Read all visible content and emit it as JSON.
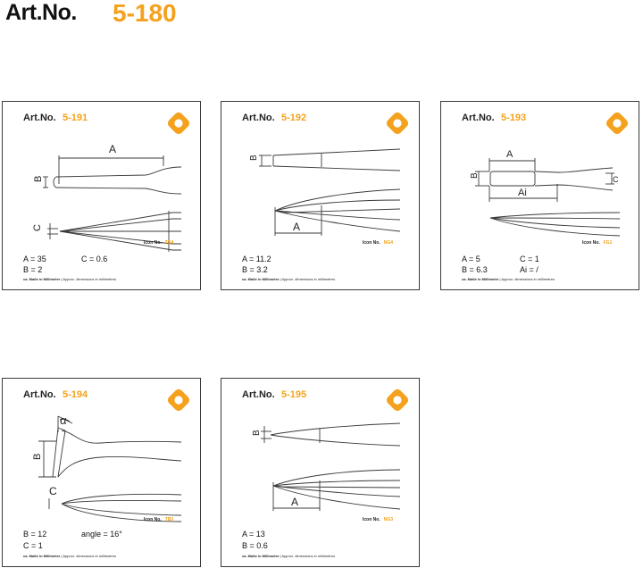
{
  "header": {
    "label": "Art.No.",
    "number": "5-180"
  },
  "colors": {
    "accent": "#f4a21d",
    "line": "#3a3a3a",
    "text": "#1a1a1a"
  },
  "cards": [
    {
      "art_label": "Art.No.",
      "art_number": "5-191",
      "badge_icon": "orange-diamond-icon",
      "icon_label": "Icon No.",
      "icon_code": "TG4",
      "dims": [
        "A = 35",
        "C = 0.6",
        "B = 2"
      ],
      "drawing_labels": [
        "A",
        "B",
        "C"
      ],
      "note_prefix": "ca. Maße in Millimeter",
      "note_suffix": " | Approx. dimensions in millimetres"
    },
    {
      "art_label": "Art.No.",
      "art_number": "5-192",
      "badge_icon": "orange-diamond-icon",
      "icon_label": "Icon No.",
      "icon_code": "NG4",
      "dims": [
        "A = 11.2",
        "B = 3.2"
      ],
      "drawing_labels": [
        "A",
        "B"
      ],
      "note_prefix": "ca. Maße in Millimeter",
      "note_suffix": " | Approx. dimensions in millimetres"
    },
    {
      "art_label": "Art.No.",
      "art_number": "5-193",
      "badge_icon": "orange-diamond-icon",
      "icon_label": "Icon No.",
      "icon_code": "FG1",
      "dims": [
        "A = 5",
        "C = 1",
        "B = 6.3",
        "Ai = /"
      ],
      "drawing_labels": [
        "A",
        "B",
        "C",
        "Ai"
      ],
      "note_prefix": "ca. Maße in Millimeter",
      "note_suffix": " | Approx. dimensions in millimetres"
    },
    {
      "art_label": "Art.No.",
      "art_number": "5-194",
      "badge_icon": "orange-diamond-icon",
      "icon_label": "Icon No.",
      "icon_code": "TB3",
      "dims": [
        "B = 12",
        "angle = 16°",
        "C = 1"
      ],
      "drawing_labels": [
        "α",
        "B",
        "C"
      ],
      "note_prefix": "ca. Maße in Millimeter",
      "note_suffix": " | Approx. dimensions in millimetres"
    },
    {
      "art_label": "Art.No.",
      "art_number": "5-195",
      "badge_icon": "orange-diamond-icon",
      "icon_label": "Icon No.",
      "icon_code": "NG3",
      "dims": [
        "A = 13",
        "B = 0.6"
      ],
      "drawing_labels": [
        "A",
        "B"
      ],
      "note_prefix": "ca. Maße in Millimeter",
      "note_suffix": " | Approx. dimensions in millimetres"
    }
  ]
}
